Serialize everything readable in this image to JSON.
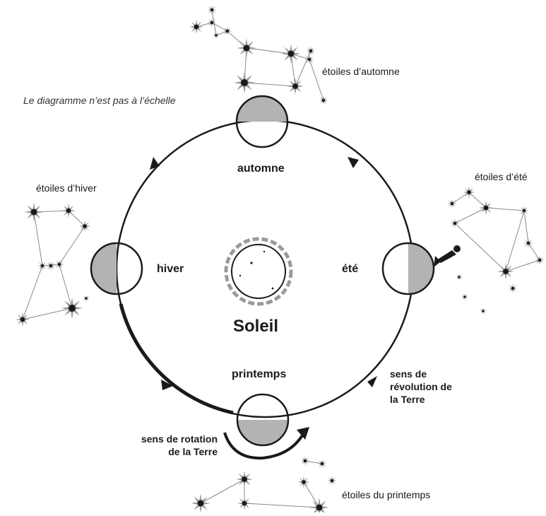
{
  "note": "Le diagramme n’est pas à l’échelle",
  "sun": {
    "label": "Soleil"
  },
  "seasons": {
    "autumn": "automne",
    "winter": "hiver",
    "summer": "été",
    "spring": "printemps"
  },
  "star_labels": {
    "autumn": "étoiles d’automne",
    "winter": "étoiles d’hiver",
    "summer": "étoiles d’été",
    "spring": "étoiles du printemps"
  },
  "revolution": {
    "line1": "sens de",
    "line2": "révolution de",
    "line3": "la Terre"
  },
  "rotation": {
    "line1": "sens de rotation",
    "line2": "de la Terre"
  },
  "colors": {
    "ink": "#1a1a1a",
    "shade": "#b3b3b3",
    "star_glow": "#9a9a9a"
  },
  "icons": [
    "star-icon",
    "orbit-arrow-icon",
    "rotation-arrow-icon",
    "person-icon"
  ]
}
